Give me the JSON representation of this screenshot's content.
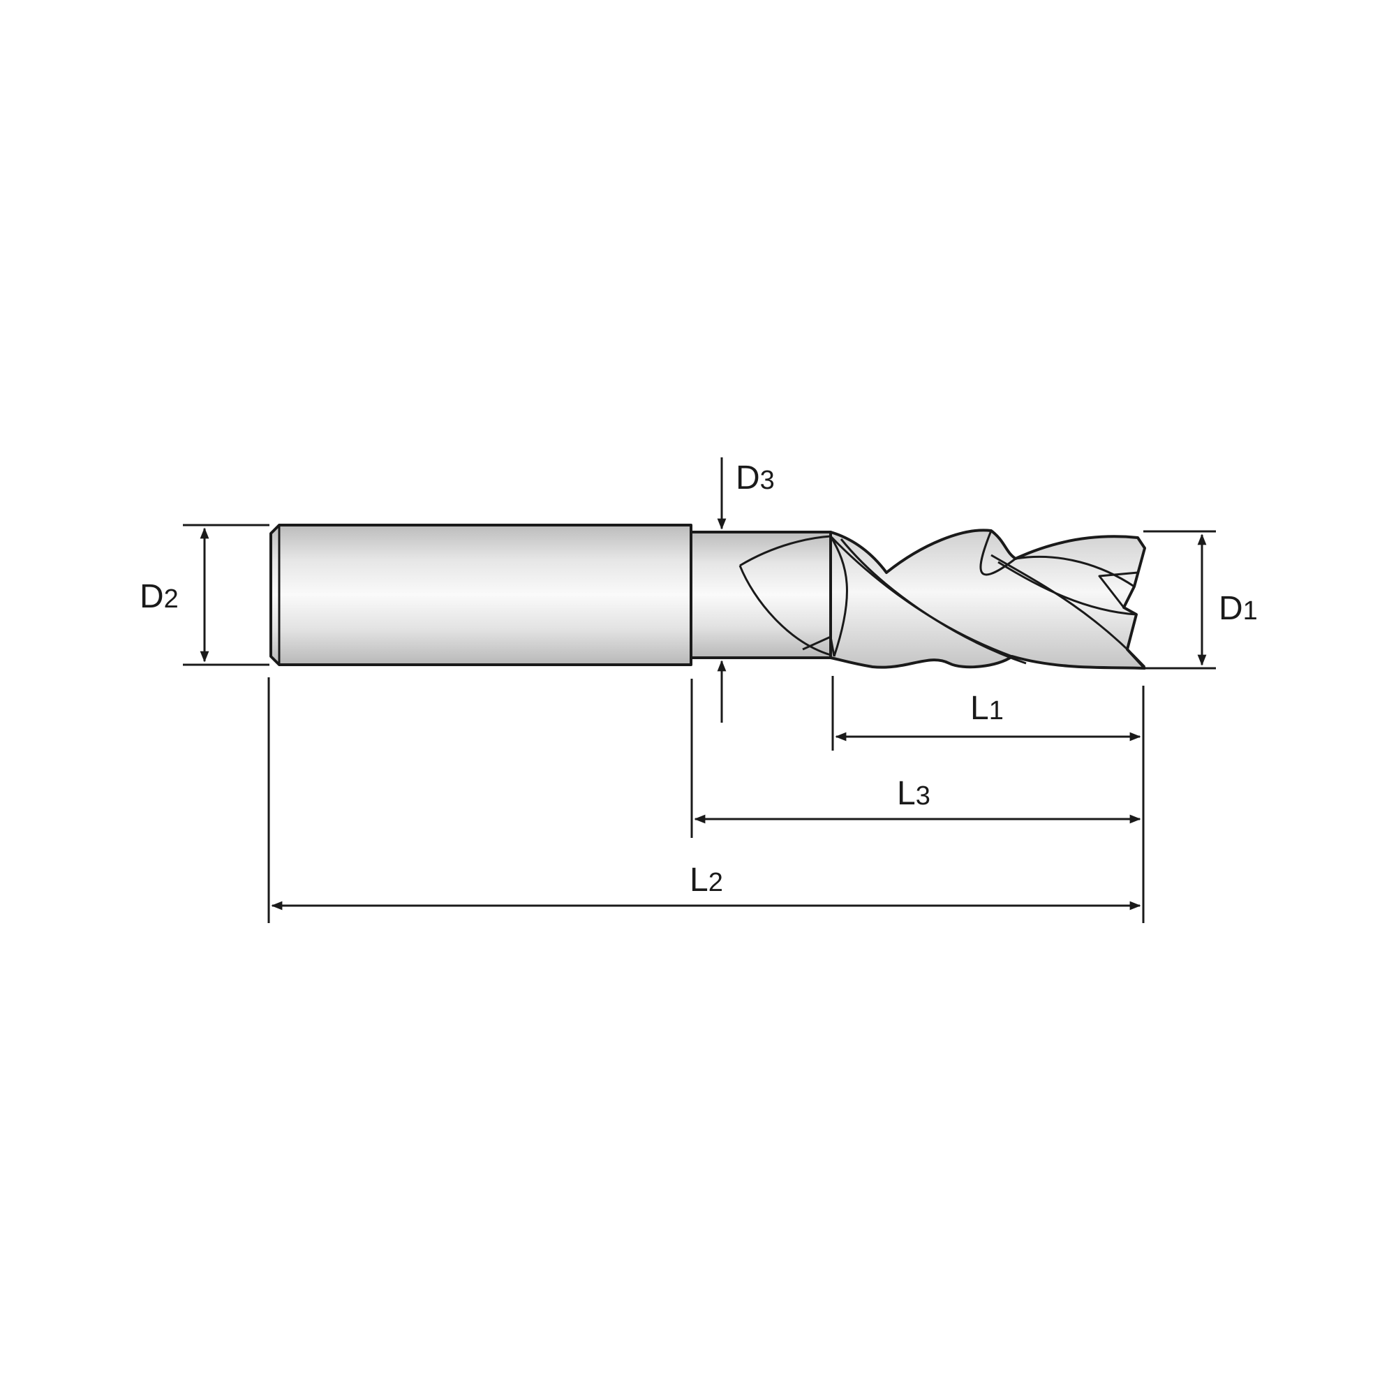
{
  "diagram": {
    "type": "end-mill-dimension-drawing",
    "colors": {
      "line": "#1a1a1a",
      "body_light": "#f2f2f2",
      "body_mid": "#d8d8d8",
      "body_dark": "#b4b4b4",
      "background": "#ffffff"
    },
    "labels": {
      "d1": {
        "letter": "D",
        "sub": "1"
      },
      "d2": {
        "letter": "D",
        "sub": "2"
      },
      "d3": {
        "letter": "D",
        "sub": "3"
      },
      "l1": {
        "letter": "L",
        "sub": "1"
      },
      "l2": {
        "letter": "L",
        "sub": "2"
      },
      "l3": {
        "letter": "L",
        "sub": "3"
      }
    }
  }
}
